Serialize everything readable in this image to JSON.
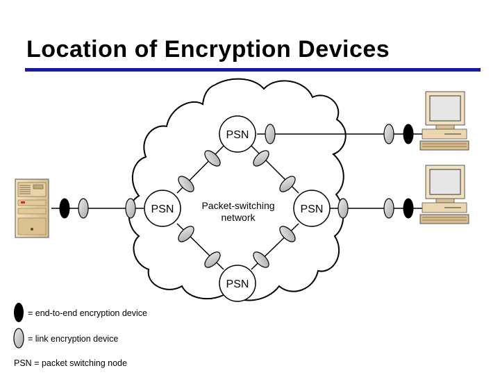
{
  "title": "Location of Encryption Devices",
  "network": {
    "node_label": "PSN",
    "center_line1": "Packet-switching",
    "center_line2": "network"
  },
  "legend": {
    "end_to_end": "= end-to-end encryption device",
    "link": "= link encryption device",
    "psn_note": "PSN = packet switching node"
  },
  "colors": {
    "title_rule": "#1a1a9c",
    "end_to_end_device": "#000000",
    "link_device": "#c8c8c8"
  }
}
